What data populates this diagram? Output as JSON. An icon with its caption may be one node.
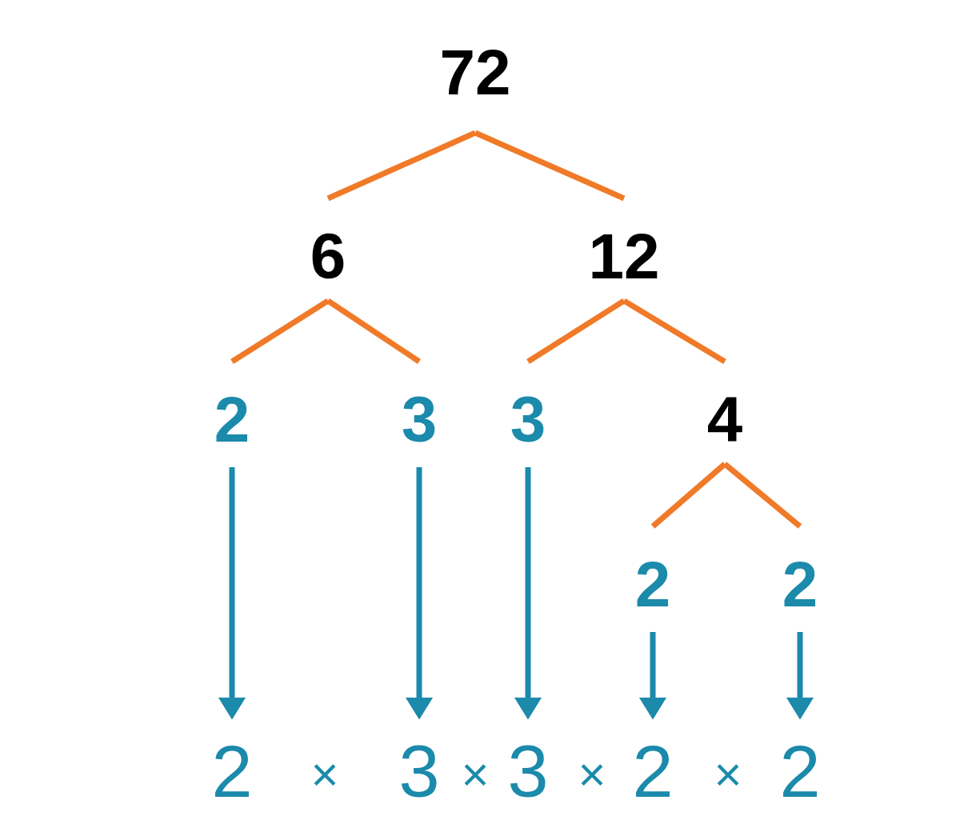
{
  "diagram": {
    "nodes": [
      {
        "text": [
          "72"
        ]
      },
      {
        "text": [
          "6"
        ]
      },
      {
        "text": [
          "12"
        ]
      },
      {
        "text": [
          "2"
        ]
      },
      {
        "text": [
          "3"
        ]
      },
      {
        "text": [
          "3"
        ]
      },
      {
        "text": [
          "4"
        ]
      },
      {
        "text": [
          "2"
        ]
      },
      {
        "text": [
          "2"
        ]
      },
      {
        "text": [
          "2"
        ]
      },
      {
        "text": [
          "3"
        ]
      },
      {
        "text": [
          "3"
        ]
      },
      {
        "text": [
          "2"
        ]
      },
      {
        "text": [
          "2"
        ]
      }
    ],
    "edges": [
      {
        "from": 0,
        "to": 1,
        "arrow": "none"
      },
      {
        "from": 0,
        "to": 2,
        "arrow": "none"
      },
      {
        "from": 1,
        "to": 3,
        "arrow": "none"
      },
      {
        "from": 1,
        "to": 4,
        "arrow": "none"
      },
      {
        "from": 2,
        "to": 5,
        "arrow": "none"
      },
      {
        "from": 2,
        "to": 6,
        "arrow": "none"
      },
      {
        "from": 6,
        "to": 7,
        "arrow": "none"
      },
      {
        "from": 6,
        "to": 8,
        "arrow": "none"
      },
      {
        "from": 3,
        "to": 9,
        "arrow": "to",
        "color": "#1b8aab"
      },
      {
        "from": 4,
        "to": 10,
        "arrow": "to",
        "color": "#1b8aab"
      },
      {
        "from": 5,
        "to": 11,
        "arrow": "to",
        "color": "#1b8aab"
      },
      {
        "from": 7,
        "to": 12,
        "arrow": "to",
        "color": "#1b8aab"
      },
      {
        "from": 8,
        "to": 13,
        "arrow": "to",
        "color": "#1b8aab"
      }
    ],
    "labels": [
      "×",
      "×",
      "×",
      "×"
    ]
  }
}
